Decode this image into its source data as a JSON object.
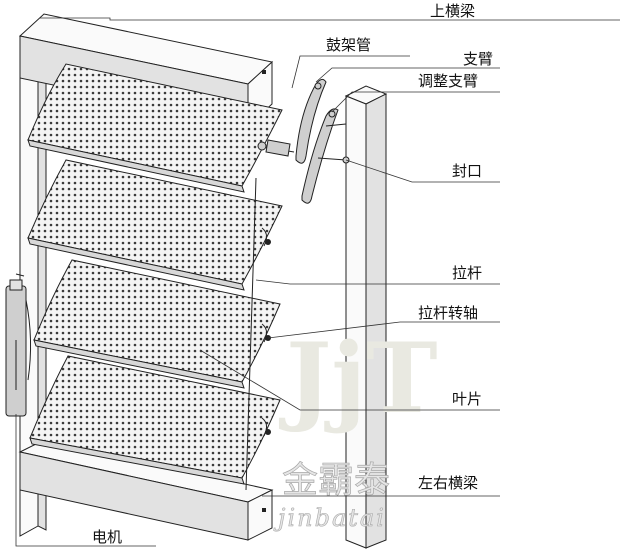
{
  "labels": {
    "top_beam": "上横梁",
    "drum_tube": "鼓架管",
    "support_arm": "支臂",
    "adjust_arm": "调整支臂",
    "seal": "封口",
    "pull_rod": "拉杆",
    "pull_rod_pivot": "拉杆转轴",
    "blade": "叶片",
    "side_beam": "左右横梁",
    "motor": "电机"
  },
  "watermark": {
    "logo_text": "JjT",
    "brand_cn": "金霸泰",
    "brand_en": "jinbatai"
  }
}
